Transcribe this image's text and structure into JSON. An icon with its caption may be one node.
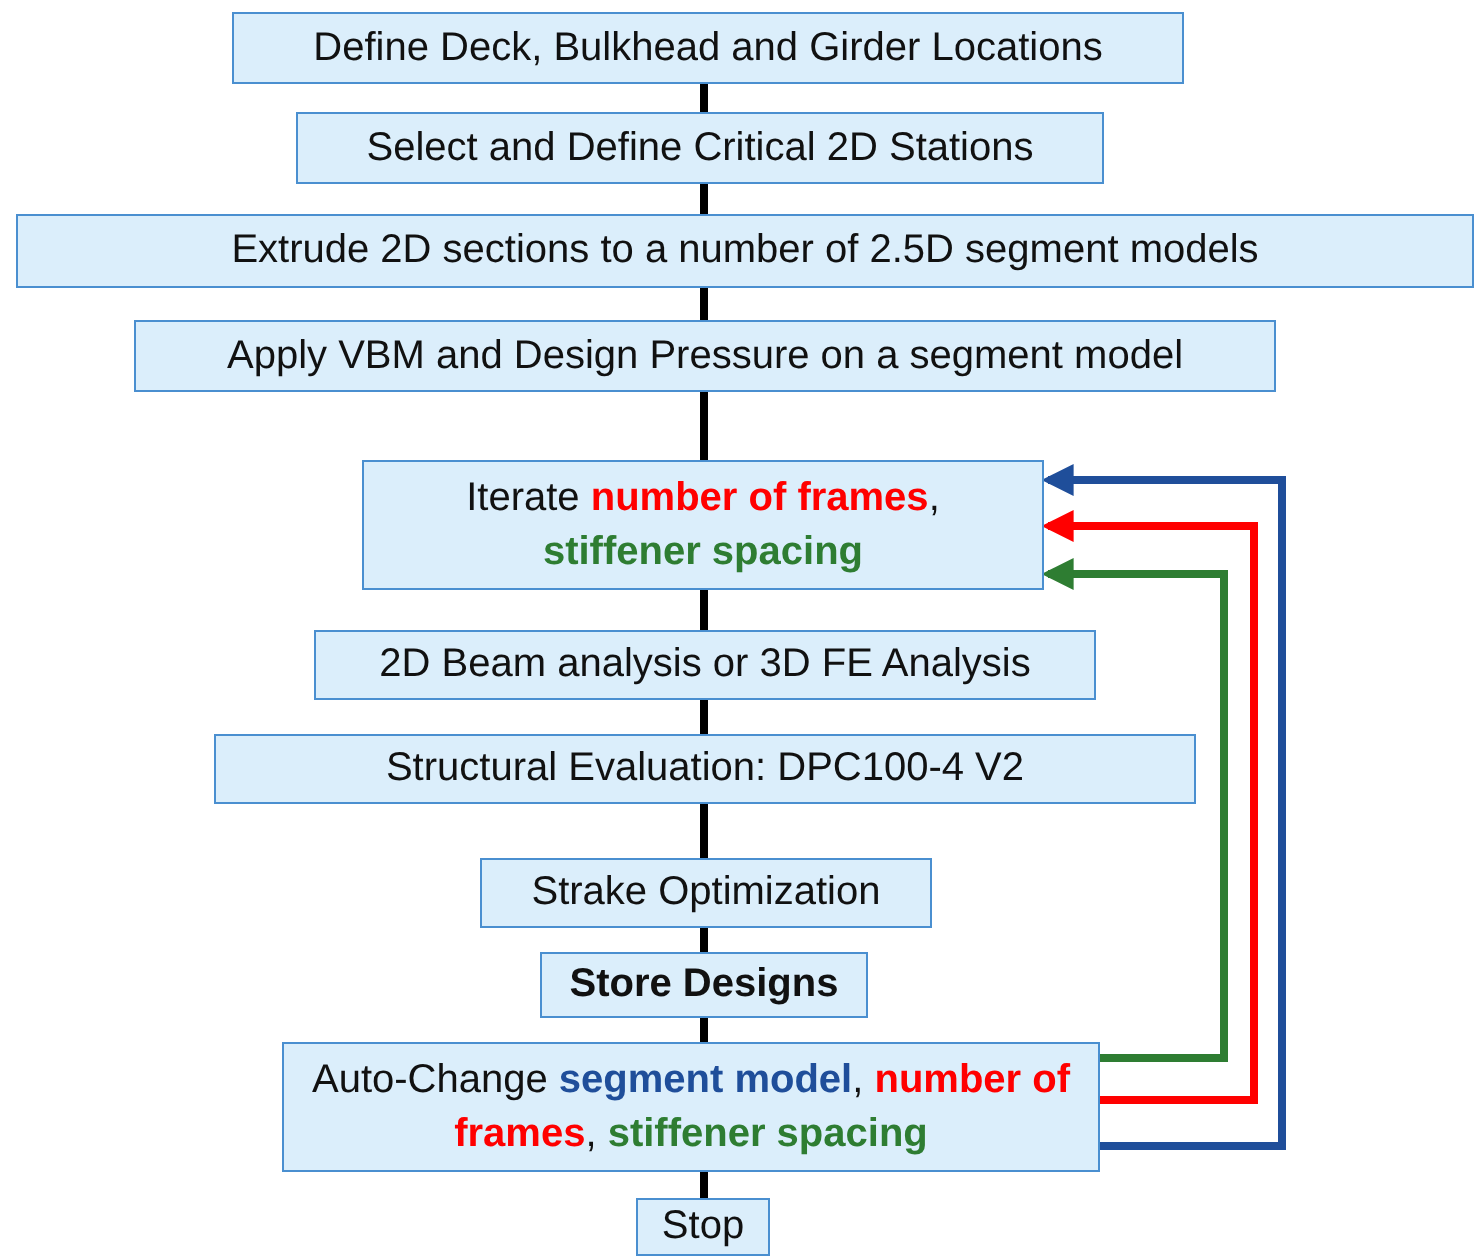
{
  "diagram": {
    "nodes": [
      {
        "text": [
          "Define Deck, Bulkhead and Girder Locations"
        ]
      },
      {
        "text": [
          "Select and Define Critical 2D Stations"
        ]
      },
      {
        "text": [
          "Extrude 2D sections to a number of 2.5D segment models"
        ]
      },
      {
        "text": [
          "Apply VBM and Design Pressure on a segment model"
        ]
      },
      {
        "text": [
          "Iterate **number of frames**, **stiffener spacing**"
        ]
      },
      {
        "text": [
          "2D Beam analysis or 3D FE Analysis"
        ]
      },
      {
        "text": [
          "Structural Evaluation: DPC100-4 V2"
        ]
      },
      {
        "text": [
          "Strake Optimization"
        ]
      },
      {
        "text": [
          "Store Designs"
        ]
      },
      {
        "text": [
          "Auto-Change **segment model**, **number of frames**, **stiffener spacing**"
        ]
      },
      {
        "text": [
          "Stop"
        ]
      }
    ],
    "edges": [
      {
        "from": 0,
        "to": 1,
        "arrow": "none"
      },
      {
        "from": 1,
        "to": 2,
        "arrow": "none"
      },
      {
        "from": 2,
        "to": 3,
        "arrow": "none"
      },
      {
        "from": 3,
        "to": 4,
        "arrow": "none"
      },
      {
        "from": 4,
        "to": 5,
        "arrow": "none"
      },
      {
        "from": 5,
        "to": 6,
        "arrow": "none"
      },
      {
        "from": 6,
        "to": 7,
        "arrow": "none"
      },
      {
        "from": 7,
        "to": 8,
        "arrow": "none"
      },
      {
        "from": 8,
        "to": 9,
        "arrow": "none"
      },
      {
        "from": 9,
        "to": 10,
        "arrow": "none"
      },
      {
        "from": 9,
        "to": 4,
        "arrow": "to",
        "color": "#2e7d32"
      },
      {
        "from": 9,
        "to": 4,
        "arrow": "to",
        "color": "#ff0000"
      },
      {
        "from": 9,
        "to": 4,
        "arrow": "to",
        "color": "#1f4e9a"
      }
    ]
  }
}
